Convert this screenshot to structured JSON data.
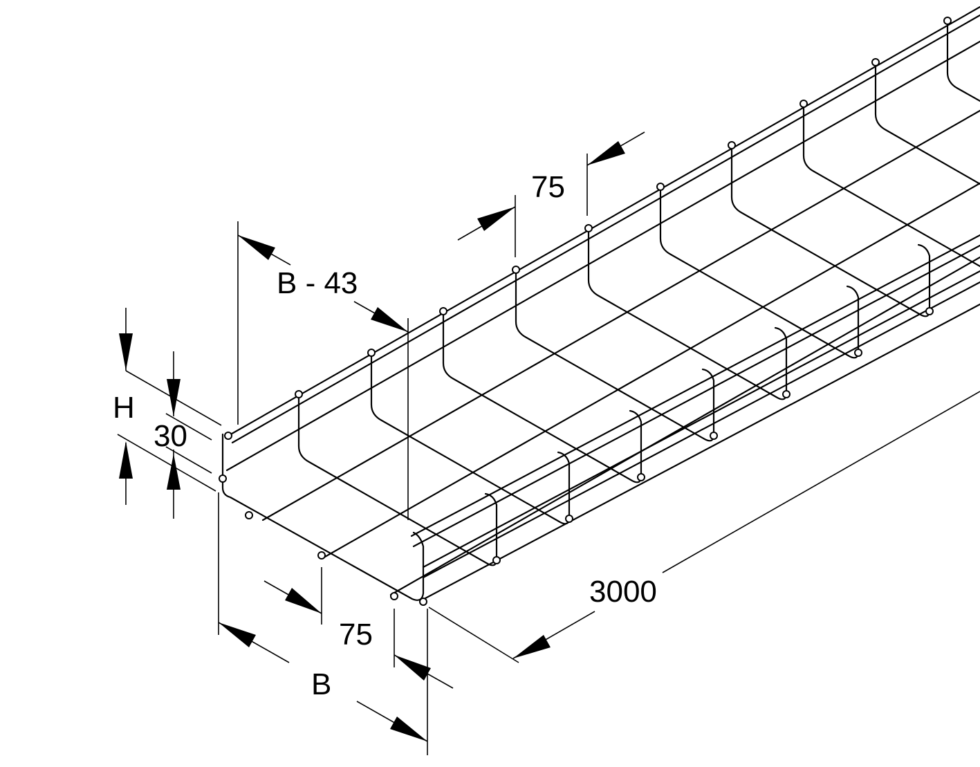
{
  "diagram": {
    "labels": {
      "height": "H",
      "side_wire_spacing": "30",
      "inner_width": "B - 43",
      "top_pitch": "75",
      "bottom_pitch": "75",
      "width": "B",
      "length": "3000"
    },
    "colors": {
      "line": "#000000",
      "background": "#ffffff"
    }
  }
}
